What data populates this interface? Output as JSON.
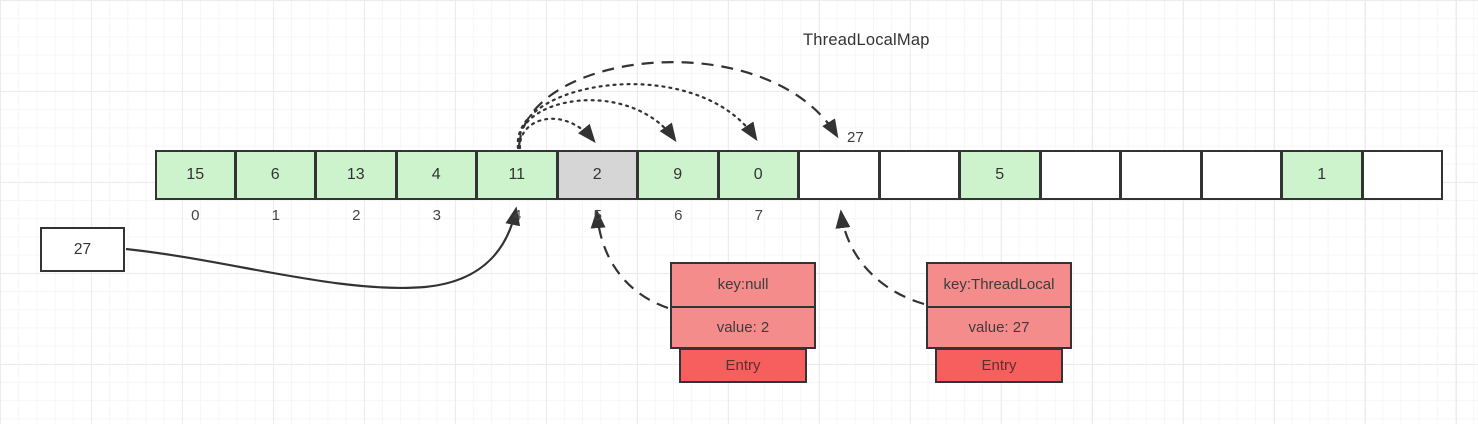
{
  "title": "ThreadLocalMap",
  "top_probe_label": "27",
  "array": {
    "cells": [
      {
        "value": "15",
        "fill": "green"
      },
      {
        "value": "6",
        "fill": "green"
      },
      {
        "value": "13",
        "fill": "green"
      },
      {
        "value": "4",
        "fill": "green"
      },
      {
        "value": "11",
        "fill": "green"
      },
      {
        "value": "2",
        "fill": "gray"
      },
      {
        "value": "9",
        "fill": "green"
      },
      {
        "value": "0",
        "fill": "green"
      },
      {
        "value": "",
        "fill": "white"
      },
      {
        "value": "",
        "fill": "white"
      },
      {
        "value": "5",
        "fill": "green"
      },
      {
        "value": "",
        "fill": "white"
      },
      {
        "value": "",
        "fill": "white"
      },
      {
        "value": "",
        "fill": "white"
      },
      {
        "value": "1",
        "fill": "green"
      },
      {
        "value": "",
        "fill": "white"
      }
    ],
    "index_labels": [
      "0",
      "1",
      "2",
      "3",
      "4",
      "5",
      "6",
      "7"
    ]
  },
  "source_box": {
    "label": "27"
  },
  "entries": [
    {
      "key": "key:null",
      "value": "value: 2",
      "footer": "Entry"
    },
    {
      "key": "key:ThreadLocal",
      "value": "value: 27",
      "footer": "Entry"
    }
  ],
  "colors": {
    "line": "#333333",
    "cell_green": "#cdf3cd",
    "cell_gray": "#d6d6d6",
    "cell_white": "#ffffff",
    "entry_pink": "#f58c8c",
    "entry_red": "#f75f5f",
    "grid_major": "#ececef",
    "grid_minor": "#f6f6f8"
  }
}
